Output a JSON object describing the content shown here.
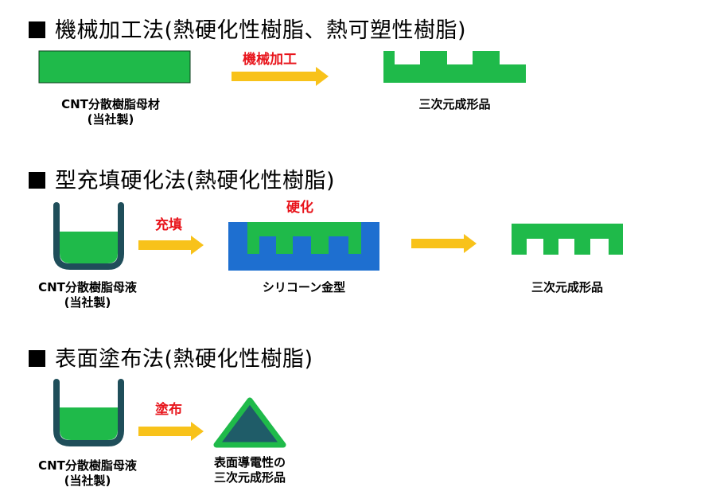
{
  "sections": [
    {
      "heading": "機械加工法(熱硬化性樹脂、熱可塑性樹脂)",
      "material_label": "CNT分散樹脂母材",
      "material_sublabel": "(当社製)",
      "step_label": "機械加工",
      "product_label": "三次元成形品"
    },
    {
      "heading": "型充填硬化法(熱硬化性樹脂)",
      "material_label": "CNT分散樹脂母液",
      "material_sublabel": "(当社製)",
      "step_label": "充填",
      "cure_label": "硬化",
      "mold_label": "シリコーン金型",
      "product_label": "三次元成形品"
    },
    {
      "heading": "表面塗布法(熱硬化性樹脂)",
      "material_label": "CNT分散樹脂母液",
      "material_sublabel": "(当社製)",
      "step_label": "塗布",
      "product_label_line1": "表面導電性の",
      "product_label_line2": "三次元成形品"
    }
  ],
  "colors": {
    "green": "#1fba4a",
    "arrow": "#f8c21a",
    "mold_blue": "#1e6fd0",
    "container": "#1f4e5a",
    "triangle_fill": "#1f5c68",
    "accent_red": "#e8141b"
  }
}
